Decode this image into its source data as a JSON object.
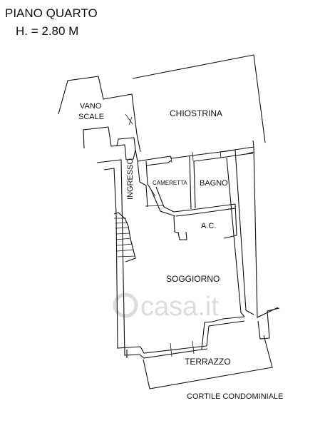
{
  "header": {
    "floor": "PIANO QUARTO",
    "height": "H. = 2.80 M"
  },
  "labels": {
    "vano_line1": "VANO",
    "vano_line2": "SCALE",
    "chiostrina": "CHIOSTRINA",
    "ingresso": "INGRESSO",
    "cameretta": "CAMERETTA",
    "bagno": "BAGNO",
    "ac": "A.C.",
    "soggiorno": "SOGGIORNO",
    "terrazzo": "TERRAZZO",
    "cortile": "CORTILE CONDOMINIALE"
  },
  "watermark": {
    "text": "casa.it"
  }
}
